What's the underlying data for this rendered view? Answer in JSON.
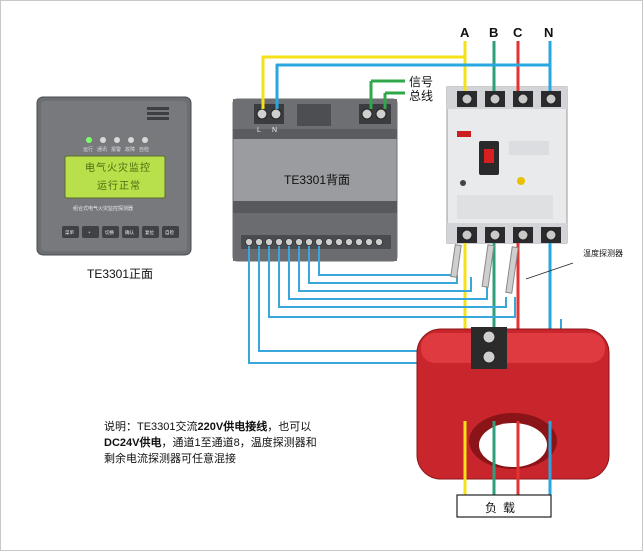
{
  "phases": [
    "A",
    "B",
    "C",
    "N"
  ],
  "labels": {
    "signal": "信号",
    "bus": "总线",
    "terminal_l": "L",
    "terminal_n": "N",
    "rear": "TE3301背面",
    "front": "TE3301正面",
    "temp_probe": "温度探测器",
    "load": "负载"
  },
  "front_panel": {
    "leds": [
      "运行",
      "通讯",
      "报警",
      "故障",
      "自检"
    ],
    "lcd_line1": "电气火灾监控",
    "lcd_line2": "运行正常",
    "device_name": "组合式电气火灾监控探测器",
    "buttons": [
      "菜单",
      "+",
      "切换",
      "确认",
      "复位",
      "自检"
    ]
  },
  "note": {
    "part1": "说明：TE3301交流",
    "part2": "220V供电接线",
    "part3": "，也可以",
    "part4": "DC24V供电",
    "part5": "，通道1至通道8，温度探测器和",
    "part6": "剩余电流探测器可任意混接"
  },
  "colors": {
    "phase_a": "#f5e11a",
    "phase_b": "#2f9e7a",
    "phase_c": "#e53232",
    "neutral": "#2aa7e0",
    "signal_bus": "#2ea84a",
    "transformer": "#c8262c"
  }
}
